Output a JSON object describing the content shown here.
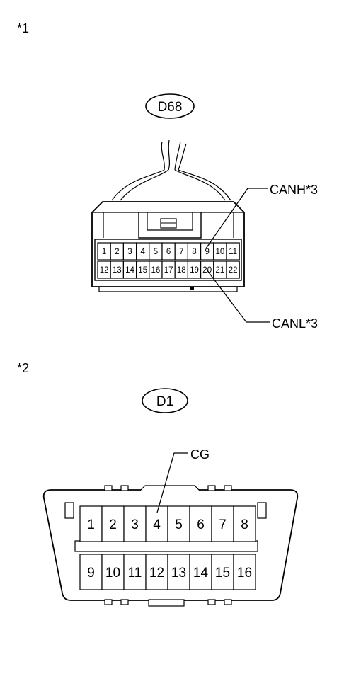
{
  "sections": [
    {
      "note": "*1",
      "connector_id": "D68",
      "pins_top": [
        "1",
        "2",
        "3",
        "4",
        "5",
        "6",
        "7",
        "8",
        "9",
        "10",
        "11"
      ],
      "pins_bottom": [
        "12",
        "13",
        "14",
        "15",
        "16",
        "17",
        "18",
        "19",
        "20",
        "21",
        "22"
      ],
      "labels": {
        "canh": "CANH*3",
        "canl": "CANL*3"
      }
    },
    {
      "note": "*2",
      "connector_id": "D1",
      "pins_top": [
        "1",
        "2",
        "3",
        "4",
        "5",
        "6",
        "7",
        "8"
      ],
      "pins_bottom": [
        "9",
        "10",
        "11",
        "12",
        "13",
        "14",
        "15",
        "16"
      ],
      "labels": {
        "cg": "CG"
      }
    }
  ]
}
